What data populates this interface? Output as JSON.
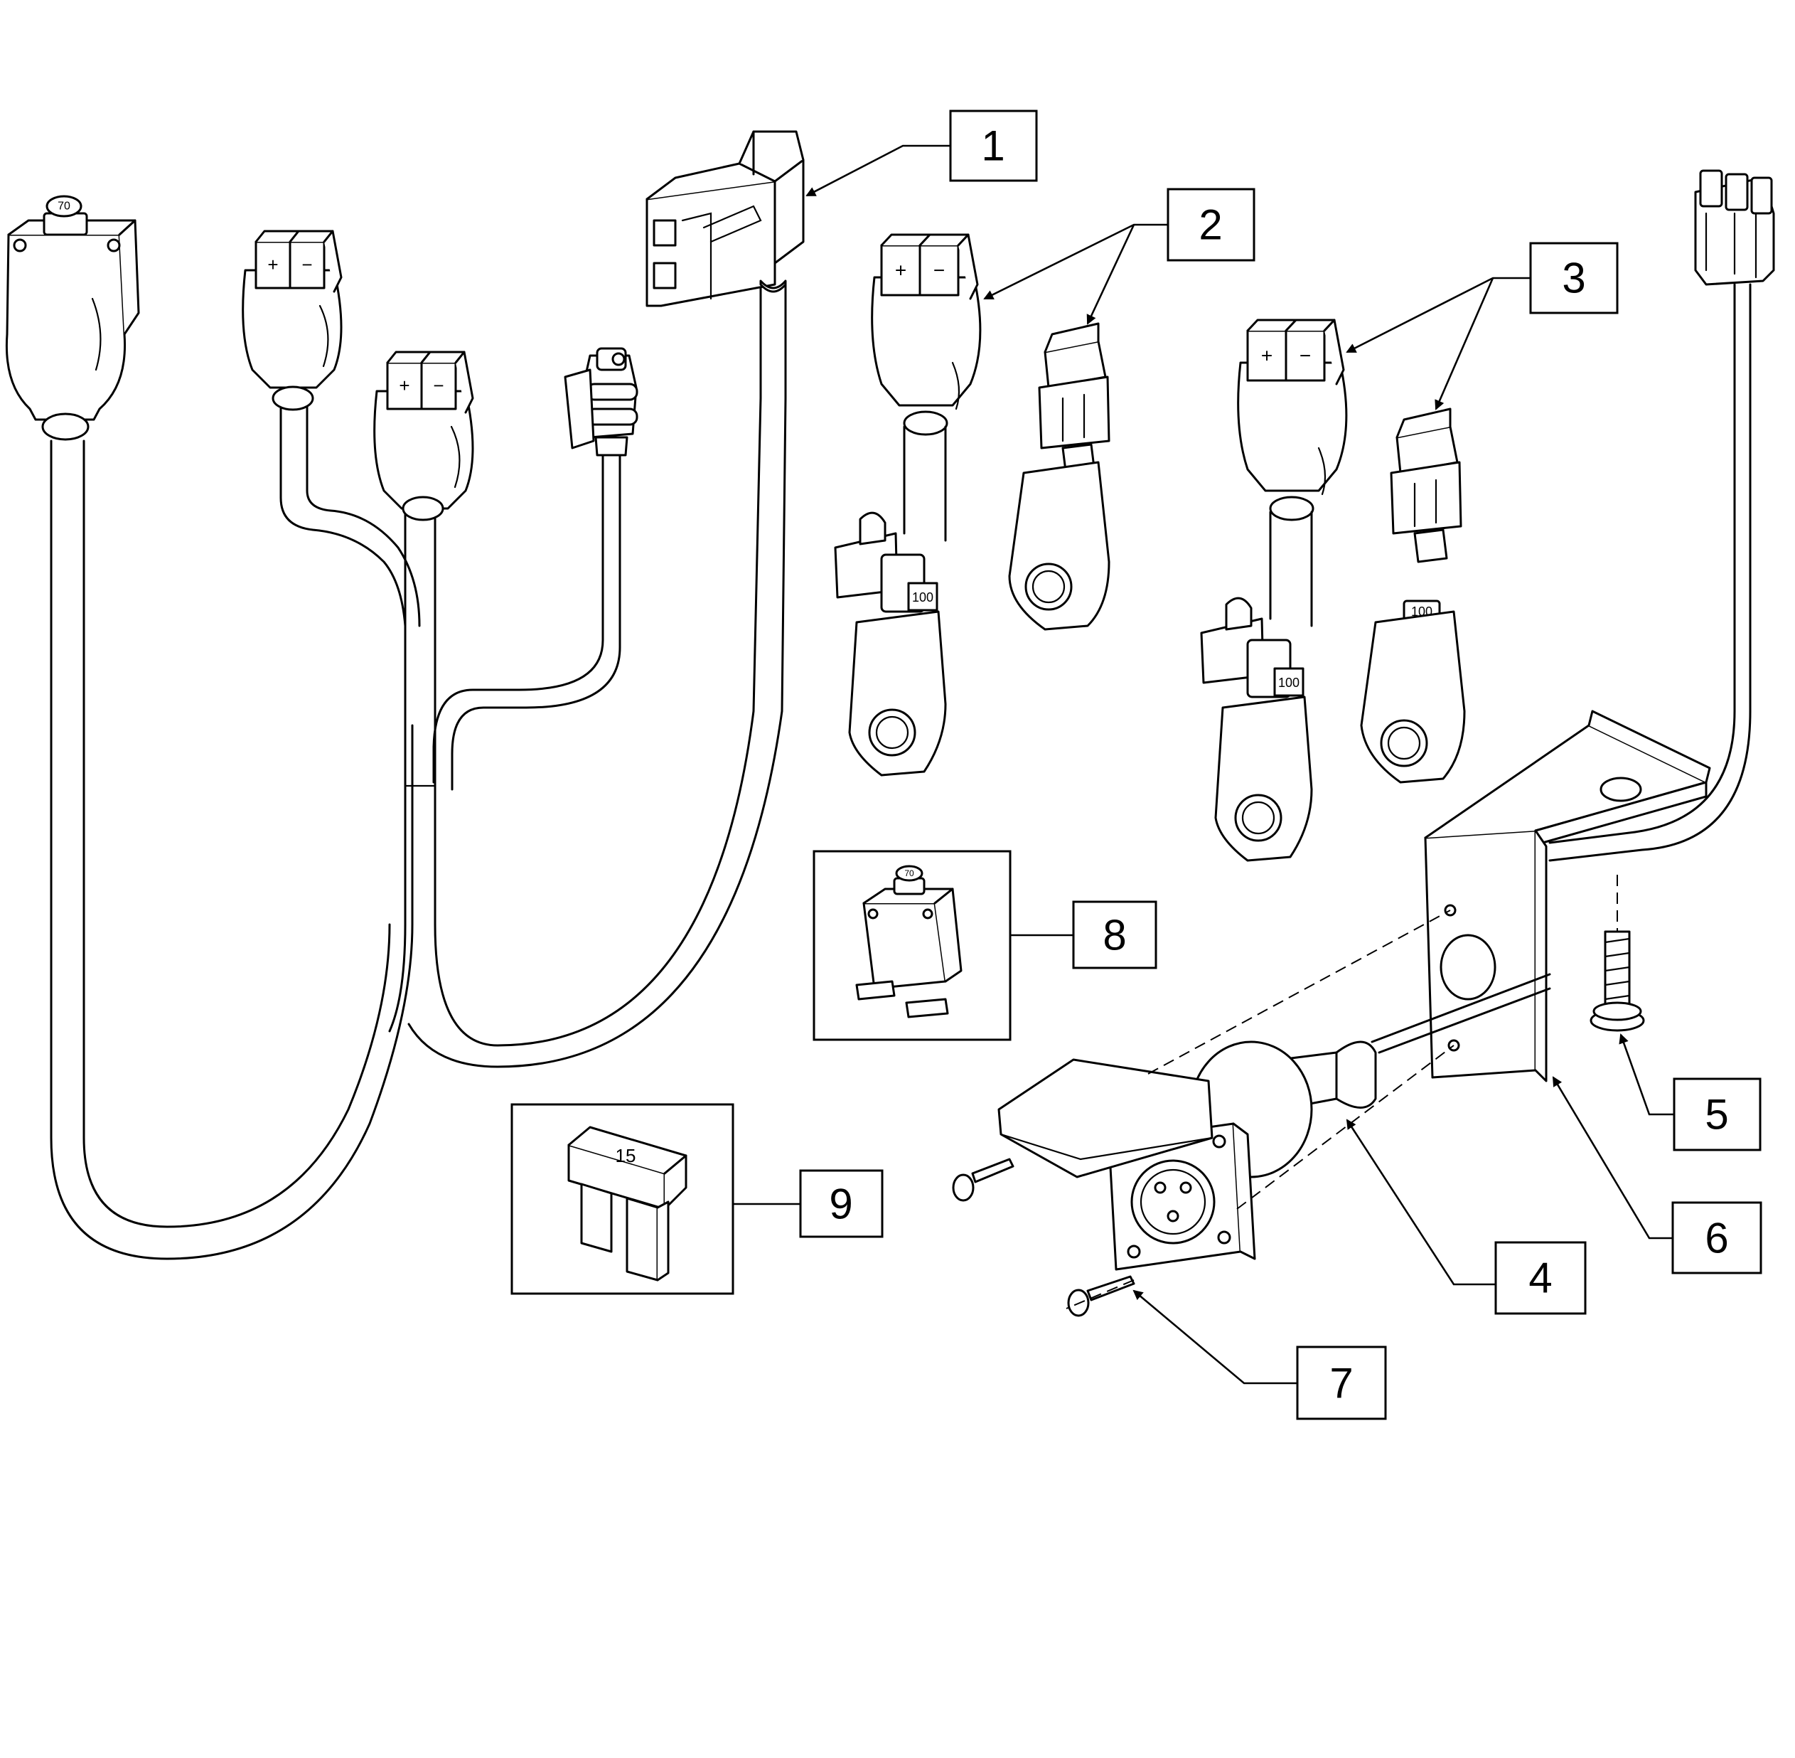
{
  "callouts": [
    {
      "label": "1"
    },
    {
      "label": "2"
    },
    {
      "label": "3"
    },
    {
      "label": "4"
    },
    {
      "label": "5"
    },
    {
      "label": "6"
    },
    {
      "label": "7"
    },
    {
      "label": "8"
    },
    {
      "label": "9"
    }
  ],
  "markings": {
    "plus": "+",
    "minus": "−",
    "breaker_rating": "70",
    "fuse_rating": "15",
    "clip_rating": "100"
  }
}
